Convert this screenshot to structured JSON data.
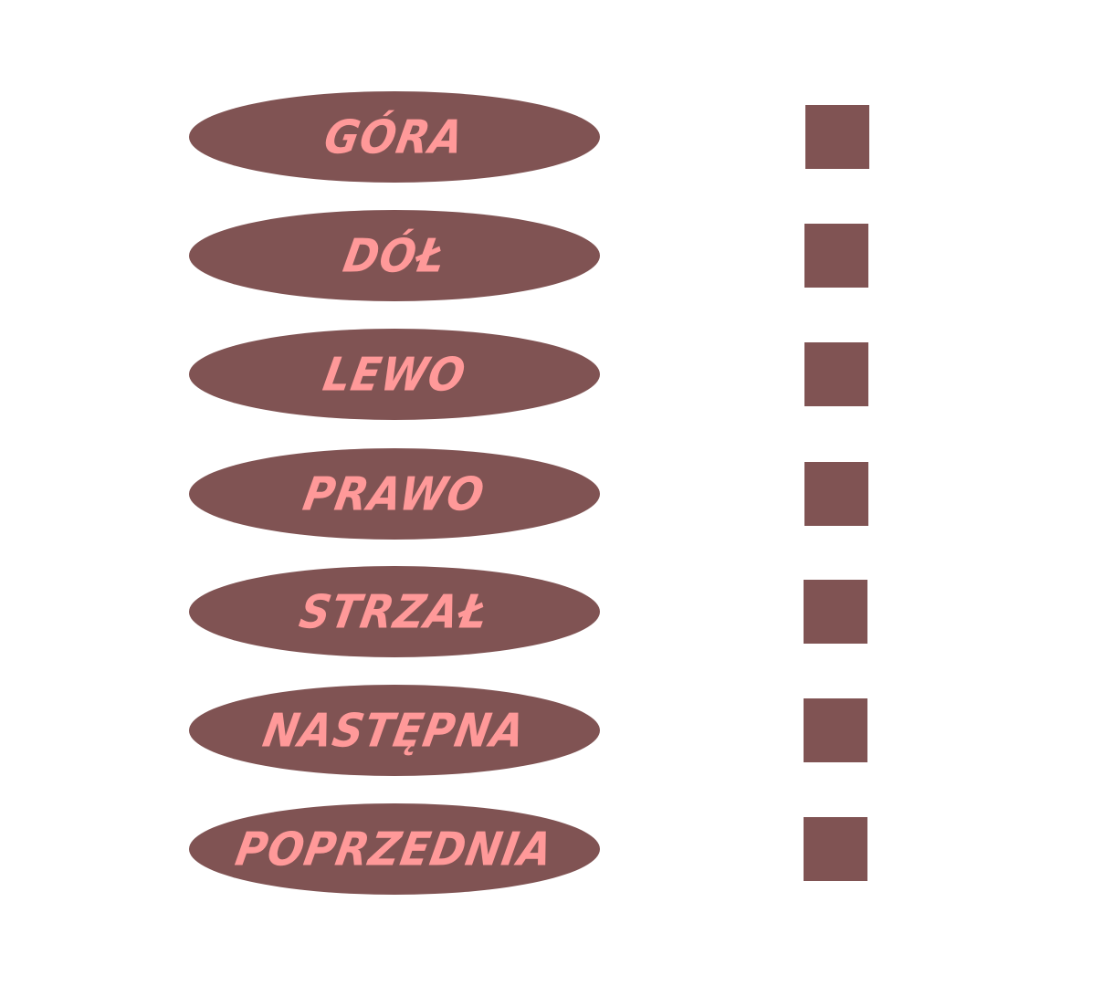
{
  "colors": {
    "background": "#ffffff",
    "button_fill": "#805353",
    "label_text": "#ff9999",
    "key_slot_fill": "#805353"
  },
  "bindings": [
    {
      "id": "gora",
      "label": "GÓRA",
      "key": ""
    },
    {
      "id": "dol",
      "label": "DÓŁ",
      "key": ""
    },
    {
      "id": "lewo",
      "label": "LEWO",
      "key": ""
    },
    {
      "id": "prawo",
      "label": "PRAWO",
      "key": ""
    },
    {
      "id": "strzal",
      "label": "STRZAŁ",
      "key": ""
    },
    {
      "id": "nastepna",
      "label": "NASTĘPNA",
      "key": ""
    },
    {
      "id": "poprzednia",
      "label": "POPRZEDNIA",
      "key": ""
    }
  ]
}
